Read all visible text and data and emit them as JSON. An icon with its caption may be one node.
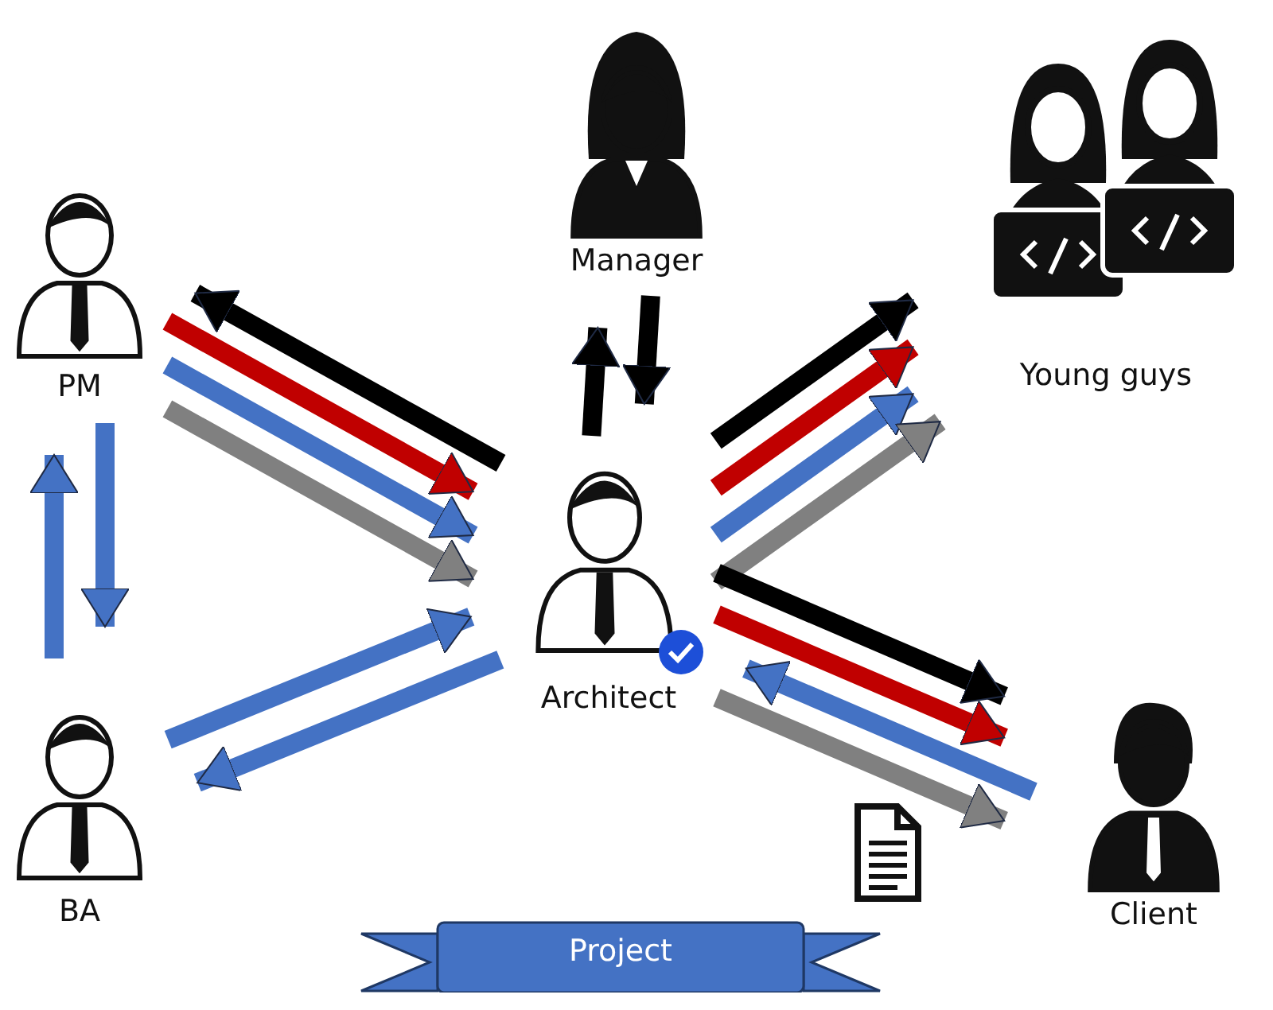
{
  "diagram": {
    "nodes": [
      {
        "text": [
          "Manager"
        ]
      },
      {
        "text": [
          "PM"
        ]
      },
      {
        "text": [
          "Young guys"
        ]
      },
      {
        "text": [
          "Architect"
        ]
      },
      {
        "text": [
          "BA"
        ]
      },
      {
        "text": [
          "Client"
        ]
      },
      {
        "text": [
          "Project"
        ]
      }
    ],
    "edges": [
      {
        "from": 3,
        "to": 0,
        "arrow": "to",
        "color": "#000000"
      },
      {
        "from": 0,
        "to": 3,
        "arrow": "to",
        "color": "#000000"
      },
      {
        "from": 3,
        "to": 1,
        "arrow": "to",
        "color": "#000000"
      },
      {
        "from": 1,
        "to": 3,
        "arrow": "to",
        "color": "#c00000"
      },
      {
        "from": 1,
        "to": 3,
        "arrow": "to"
      },
      {
        "from": 1,
        "to": 3,
        "arrow": "to",
        "color": "#808080"
      },
      {
        "from": 3,
        "to": 2,
        "arrow": "to",
        "color": "#000000"
      },
      {
        "from": 3,
        "to": 2,
        "arrow": "to",
        "color": "#c00000"
      },
      {
        "from": 3,
        "to": 2,
        "arrow": "to"
      },
      {
        "from": 3,
        "to": 2,
        "arrow": "to",
        "color": "#808080"
      },
      {
        "from": 3,
        "to": 5,
        "arrow": "to",
        "color": "#000000"
      },
      {
        "from": 3,
        "to": 5,
        "arrow": "to",
        "color": "#c00000"
      },
      {
        "from": 5,
        "to": 3,
        "arrow": "to"
      },
      {
        "from": 3,
        "to": 5,
        "arrow": "to",
        "color": "#808080"
      },
      {
        "from": 4,
        "to": 1,
        "arrow": "to"
      },
      {
        "from": 1,
        "to": 4,
        "arrow": "to"
      },
      {
        "from": 4,
        "to": 3,
        "arrow": "to"
      },
      {
        "from": 3,
        "to": 4,
        "arrow": "to"
      }
    ]
  }
}
